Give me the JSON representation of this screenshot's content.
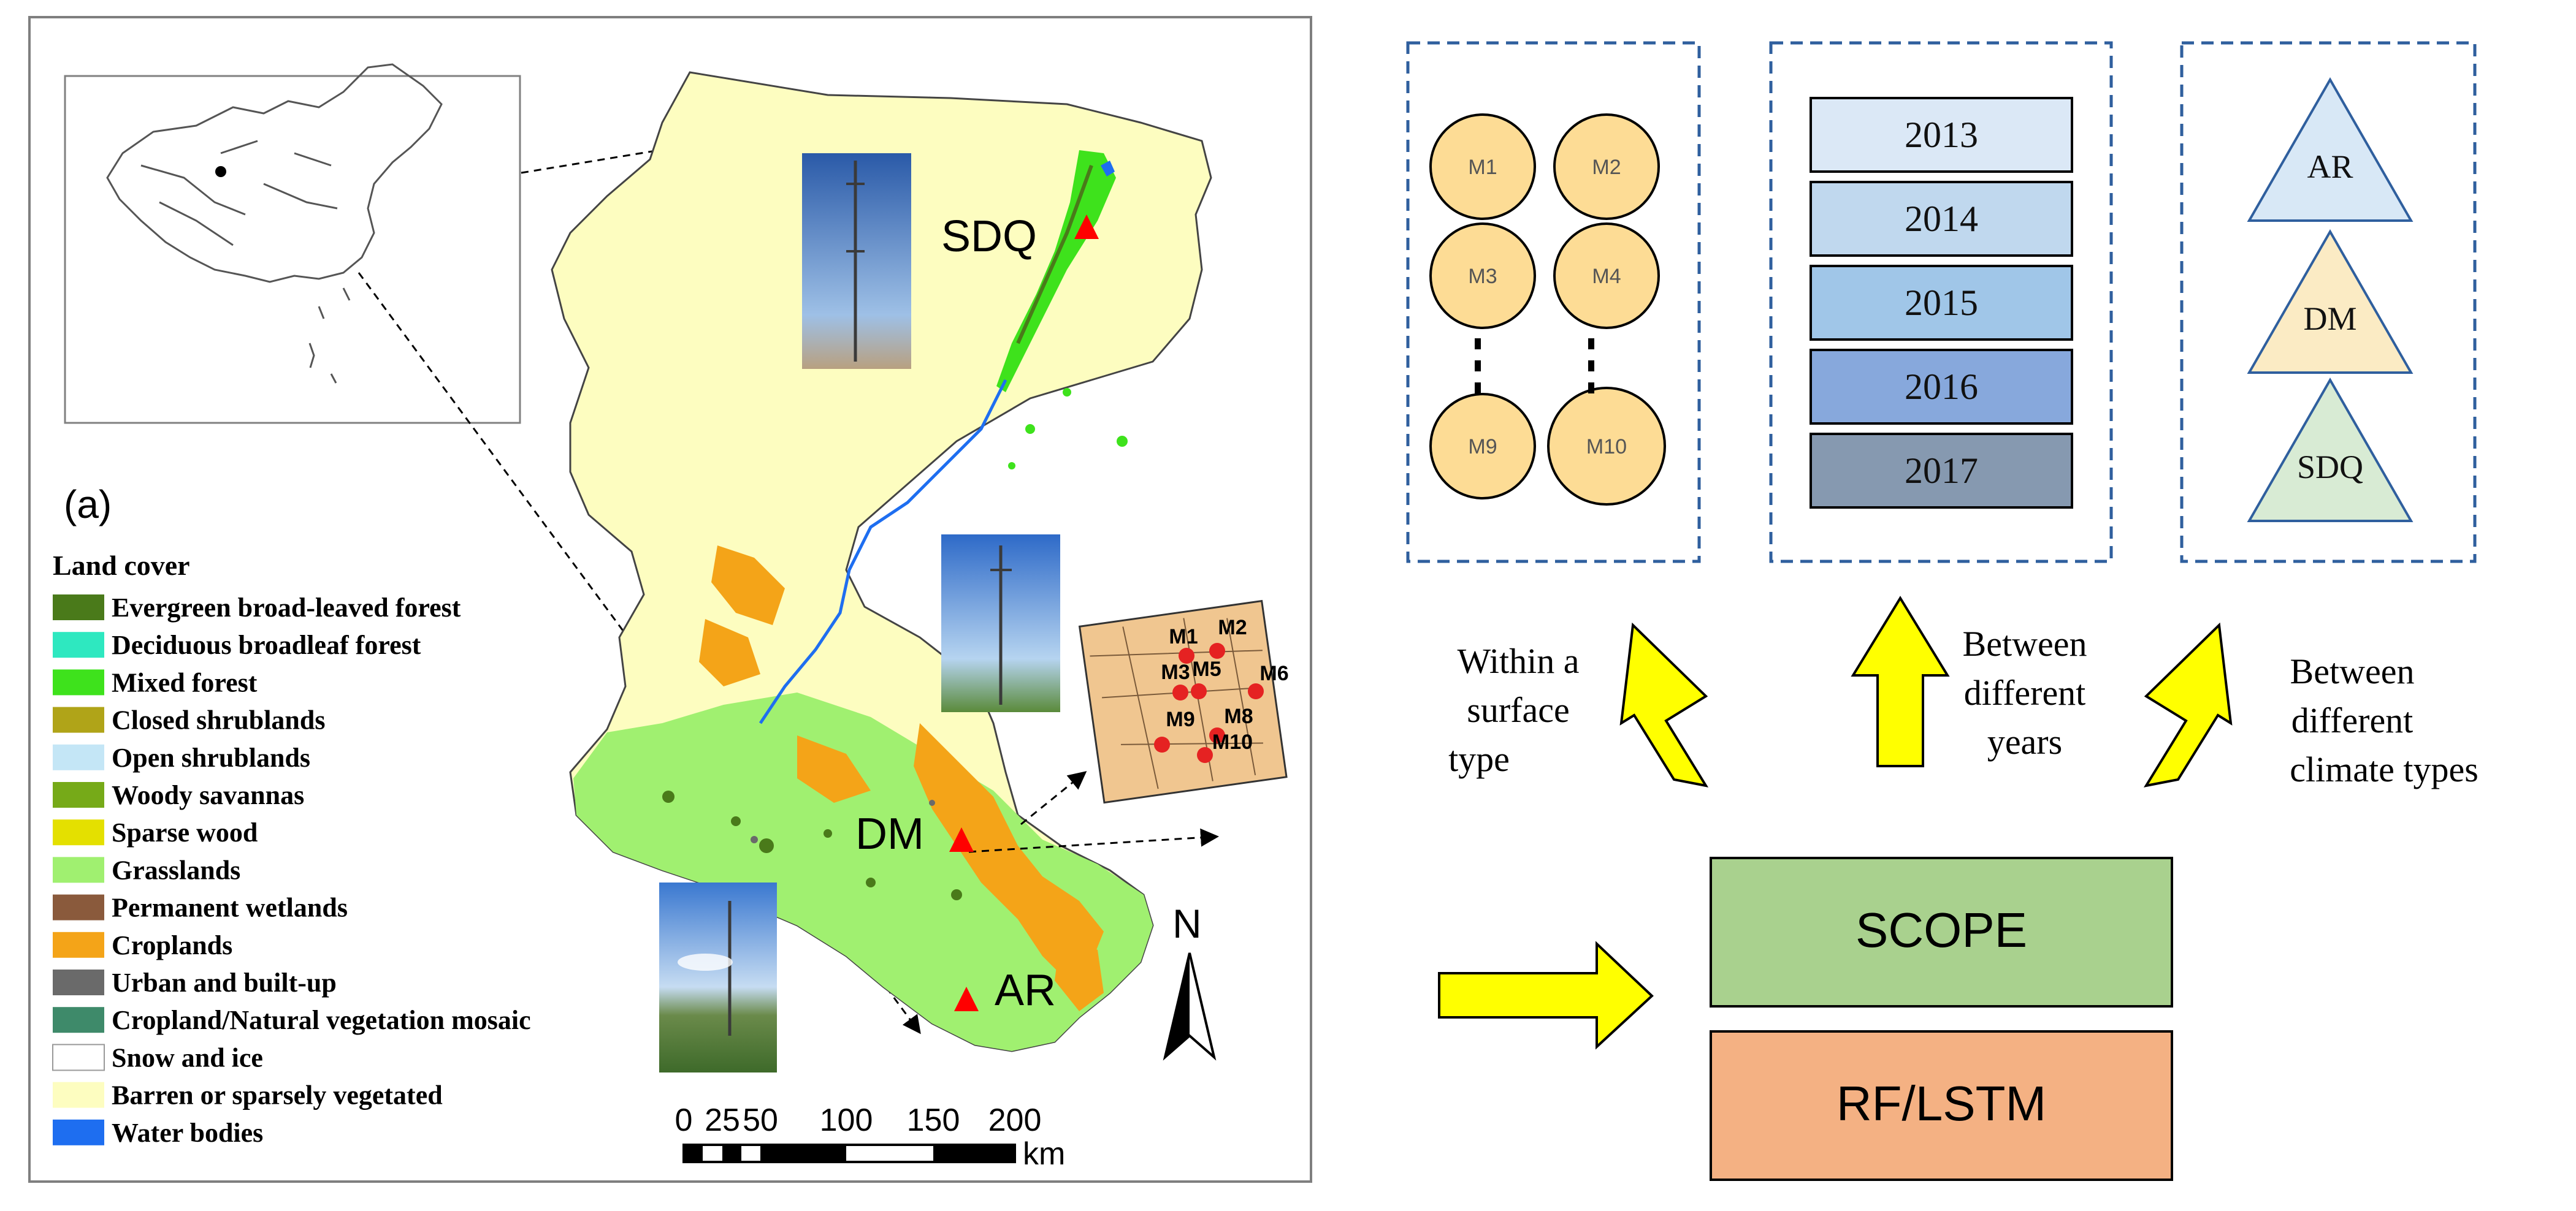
{
  "map": {
    "panel_label": "(a)",
    "sites": [
      "SDQ",
      "DM",
      "AR"
    ],
    "subsites": [
      "M1",
      "M2",
      "M3",
      "M5",
      "M6",
      "M9",
      "M8",
      "M10"
    ],
    "north_label": "N",
    "scale_ticks": [
      "0",
      "25",
      "50",
      "100",
      "150",
      "200"
    ],
    "scale_unit": "km"
  },
  "legend": {
    "title": "Land cover",
    "items": [
      {
        "label": "Evergreen broad-leaved forest",
        "color": "#4a7a1a"
      },
      {
        "label": "Deciduous broadleaf forest",
        "color": "#2ee8c0"
      },
      {
        "label": "Mixed forest",
        "color": "#3ee21c"
      },
      {
        "label": "Closed shrublands",
        "color": "#b0a418"
      },
      {
        "label": "Open shrublands",
        "color": "#c4e6f6"
      },
      {
        "label": "Woody savannas",
        "color": "#76aa18"
      },
      {
        "label": "Sparse wood",
        "color": "#e4e000"
      },
      {
        "label": "Grasslands",
        "color": "#a0f070"
      },
      {
        "label": "Permanent wetlands",
        "color": "#8a5a3c"
      },
      {
        "label": "Croplands",
        "color": "#f4a418"
      },
      {
        "label": "Urban and built-up",
        "color": "#6a6a6a"
      },
      {
        "label": "Cropland/Natural vegetation mosaic",
        "color": "#3e8a6a"
      },
      {
        "label": "Snow and ice",
        "color": "#ffffff"
      },
      {
        "label": "Barren or sparsely vegetated",
        "color": "#fdfdc0"
      },
      {
        "label": "Water bodies",
        "color": "#1e6ef0"
      }
    ]
  },
  "experiments": {
    "surface_nodes": [
      "M1",
      "M2",
      "M3",
      "M4",
      "M9",
      "M10"
    ],
    "years": [
      "2013",
      "2014",
      "2015",
      "2016",
      "2017"
    ],
    "year_colors": [
      "#dbe8f6",
      "#c0d8ee",
      "#a0c6e8",
      "#87a8dc",
      "#8699b0"
    ],
    "climate_sites": [
      "AR",
      "DM",
      "SDQ"
    ],
    "climate_colors": [
      "#d8e8f6",
      "#fbebc4",
      "#d8ebd4"
    ],
    "arrow_labels": {
      "surface": [
        "Within a",
        "surface",
        "type"
      ],
      "years": [
        "Between",
        "different",
        "years"
      ],
      "climate": [
        "Between",
        "different",
        "climate types"
      ]
    },
    "models": {
      "scope": "SCOPE",
      "rf": "RF/LSTM"
    },
    "colors": {
      "dash": "#2f5f9e",
      "node": "#fddc95",
      "scope": "#a9d18e",
      "rf": "#f4b183",
      "arrow": "#ffff00"
    }
  }
}
